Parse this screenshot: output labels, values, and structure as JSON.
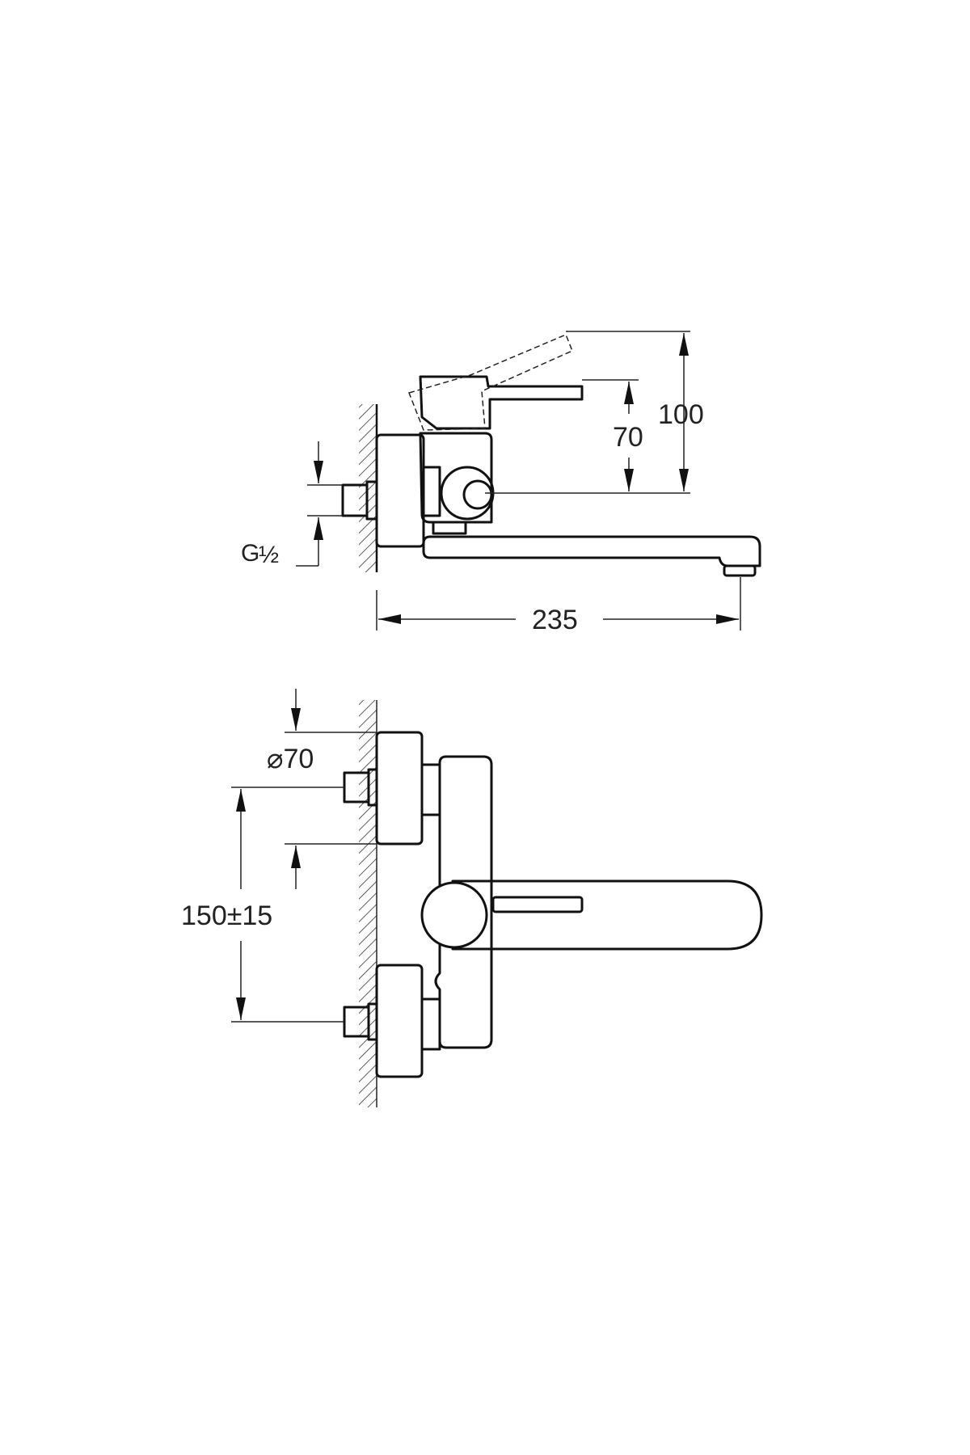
{
  "side_view": {
    "dim_height_handle": "100",
    "dim_height_lever": "70",
    "dim_projection": "235",
    "thread_label_prefix": "G",
    "thread_label_fraction": "½"
  },
  "front_view": {
    "dim_rosette_diameter": "⌀70",
    "dim_center_distance": "150±15"
  },
  "colors": {
    "line": "#111111",
    "background": "#ffffff"
  }
}
